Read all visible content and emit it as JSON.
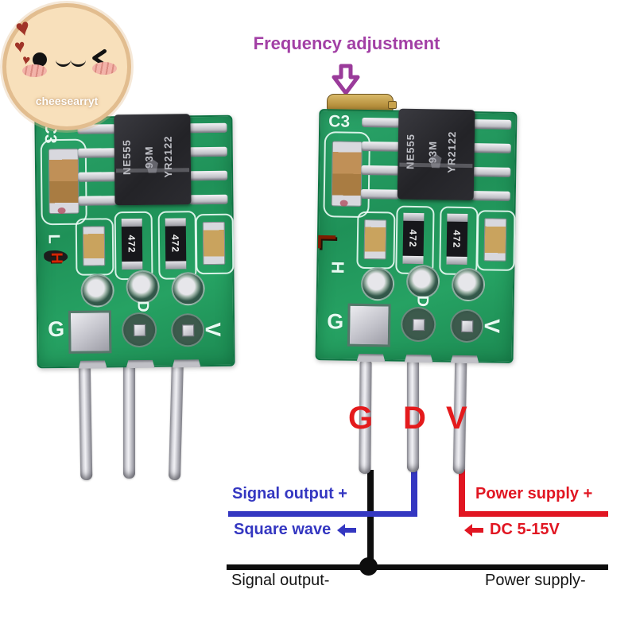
{
  "badge": {
    "name": "cheesearryt"
  },
  "icons": {
    "heart": "♥"
  },
  "annotations": {
    "frequency": "Frequency adjustment",
    "pin_g": "G",
    "pin_d": "D",
    "pin_v": "V",
    "signal_plus": "Signal output +",
    "square_wave": "Square wave",
    "power_plus": "Power supply +",
    "dc_range": "DC 5-15V",
    "signal_minus": "Signal output-",
    "power_minus": "Power supply-"
  },
  "board": {
    "cap_ref": "C3",
    "ic": {
      "line1": "NE555",
      "line2": "93M",
      "line3": "YR2122"
    },
    "resistor_value": "472",
    "low_label": "L",
    "high_label": "H",
    "gnd": "G",
    "data": "D",
    "vcc": "V"
  },
  "colors": {
    "purple_accent": "#a23fa5",
    "blue_accent": "#3437c1",
    "red_accent": "#e11622",
    "wire_black": "#0d0d0d",
    "pcb_green": "#23a064",
    "badge_cream": "#f8e0bb"
  }
}
